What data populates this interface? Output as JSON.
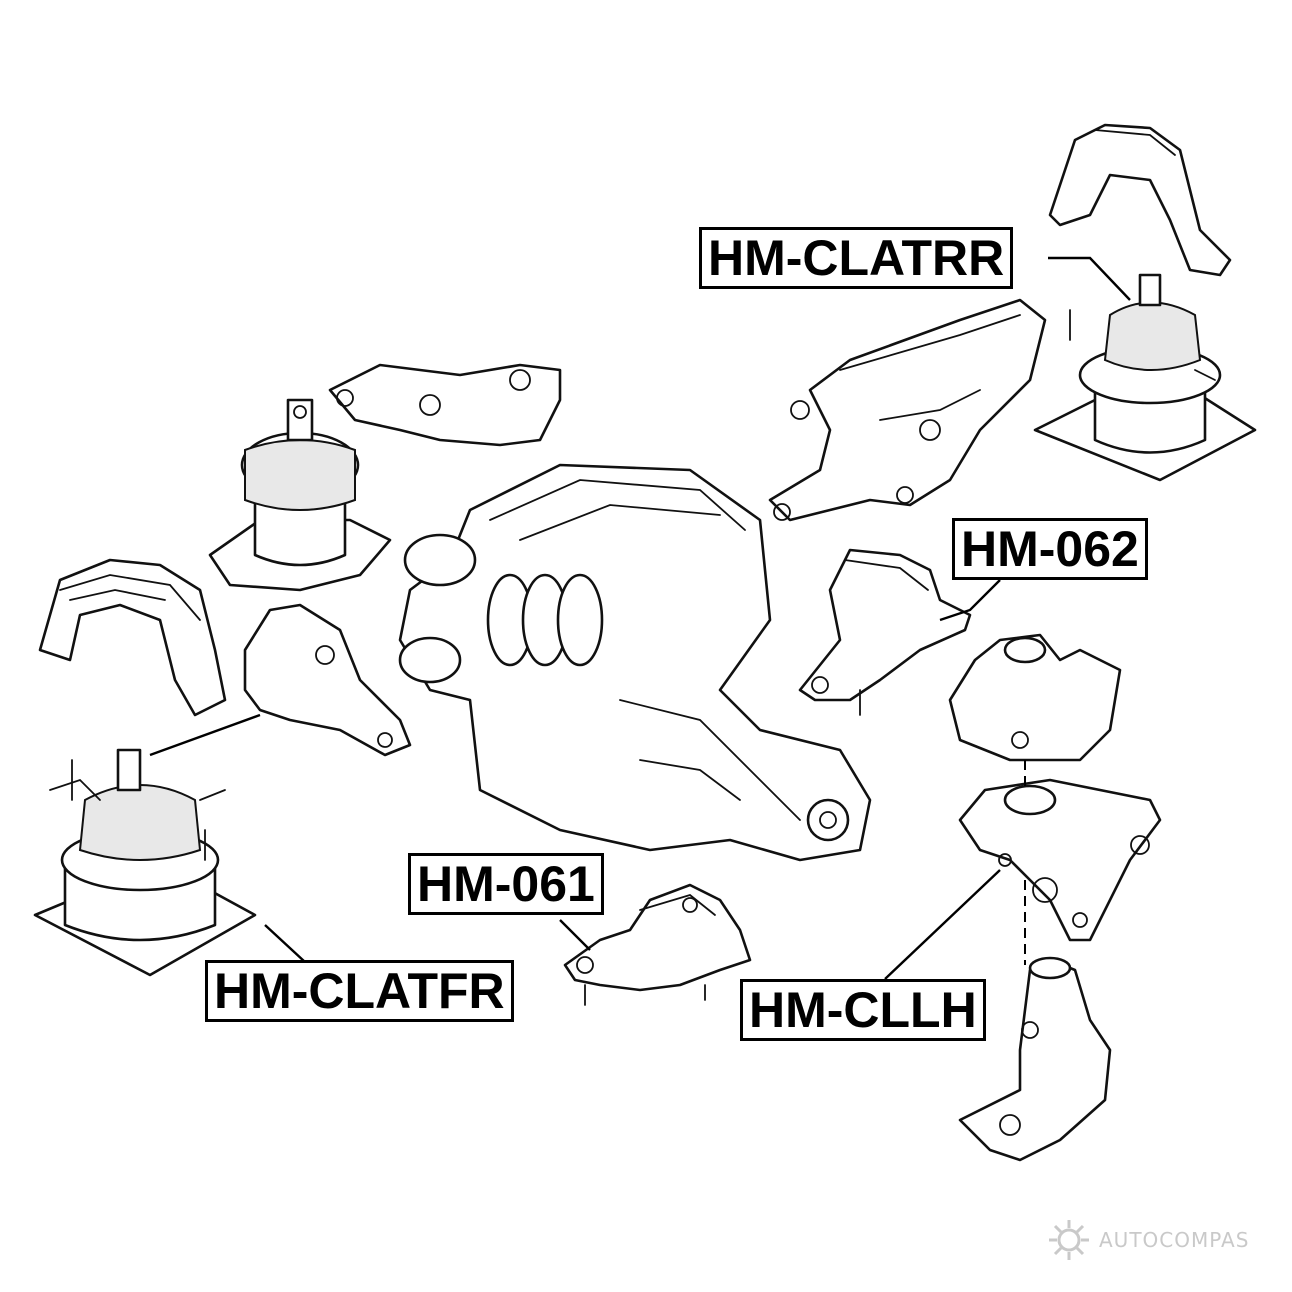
{
  "labels": {
    "hm_clatrr": "HM-CLATRR",
    "hm_062": "HM-062",
    "hm_061": "HM-061",
    "hm_clatfr": "HM-CLATFR",
    "hm_cllh": "HM-CLLH"
  },
  "watermark": {
    "text": "AUTOCOMPAS",
    "icon": "gear-logo-icon"
  },
  "colors": {
    "line": "#111111",
    "watermark": "#c9c9c9",
    "background": "#ffffff"
  }
}
